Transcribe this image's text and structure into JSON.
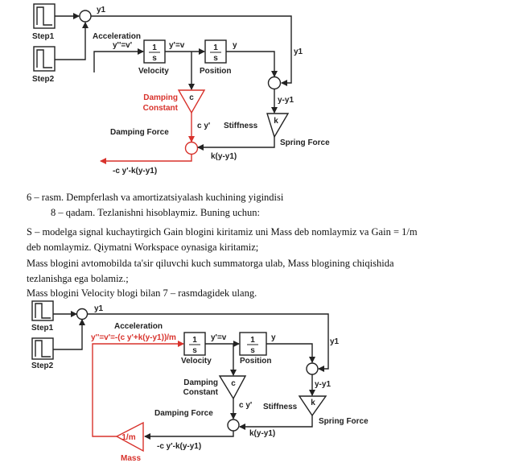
{
  "figure1": {
    "step1": "Step1",
    "step2": "Step2",
    "y1_top": "y1",
    "y1_side": "y1",
    "acceleration": "Acceleration",
    "accel_signal": "y''=v'",
    "integrator": "1",
    "integrator_s": "s",
    "velocity": "Velocity",
    "velocity_signal": "y'=v",
    "position": "Position",
    "position_signal": "y",
    "damping_gain": "c",
    "damping_label_1": "Damping",
    "damping_label_2": "Constant",
    "damping_out": "c y'",
    "damping_force": "Damping Force",
    "diff": "y-y1",
    "stiffness_gain": "k",
    "stiffness": "Stiffness",
    "spring_force": "Spring Force",
    "spring_signal": "k(y-y1)",
    "total": "-c y'-k(y-y1)"
  },
  "text": {
    "caption": "6 – rasm. Dempferlash va amortizatsiyalash kuchining yigindisi",
    "step": "8 – qadam. Tezlanishni hisoblaymiz. Buning uchun:",
    "p1_line1": "S – modelga signal kuchaytirgich Gain blogini kiritamiz uni Mass deb nomlaymiz va Gain = 1/m",
    "p1_line2": "deb nomlaymiz. Qiymatni Workspace oynasiga kiritamiz;",
    "p2_line1": "Mass blogini  avtomobilda ta'sir qiluvchi kuch summatorga ulab, Mass blogining chiqishida",
    "p2_line2": "tezlanishga ega bolamiz.;",
    "p3": "Mass blogini Velocity blogi bilan 7 – rasmdagidek ulang."
  },
  "figure2": {
    "step1": "Step1",
    "step2": "Step2",
    "y1_top": "y1",
    "y1_side": "y1",
    "acceleration": "Acceleration",
    "accel_signal": "y''=v'=-(c y'+k(y-y1))/m",
    "integrator": "1",
    "integrator_s": "s",
    "velocity": "Velocity",
    "velocity_signal": "y'=v",
    "position": "Position",
    "position_signal": "y",
    "damping_gain": "c",
    "damping_label_1": "Damping",
    "damping_label_2": "Constant",
    "damping_out": "c y'",
    "damping_force": "Damping Force",
    "diff": "y-y1",
    "stiffness_gain": "k",
    "stiffness": "Stiffness",
    "spring_force": "Spring Force",
    "spring_signal": "k(y-y1)",
    "total": "-c y'-k(y-y1)",
    "mass_gain": "1/m",
    "mass": "Mass"
  },
  "colors": {
    "highlight": "#d8322c",
    "line": "#222222"
  }
}
